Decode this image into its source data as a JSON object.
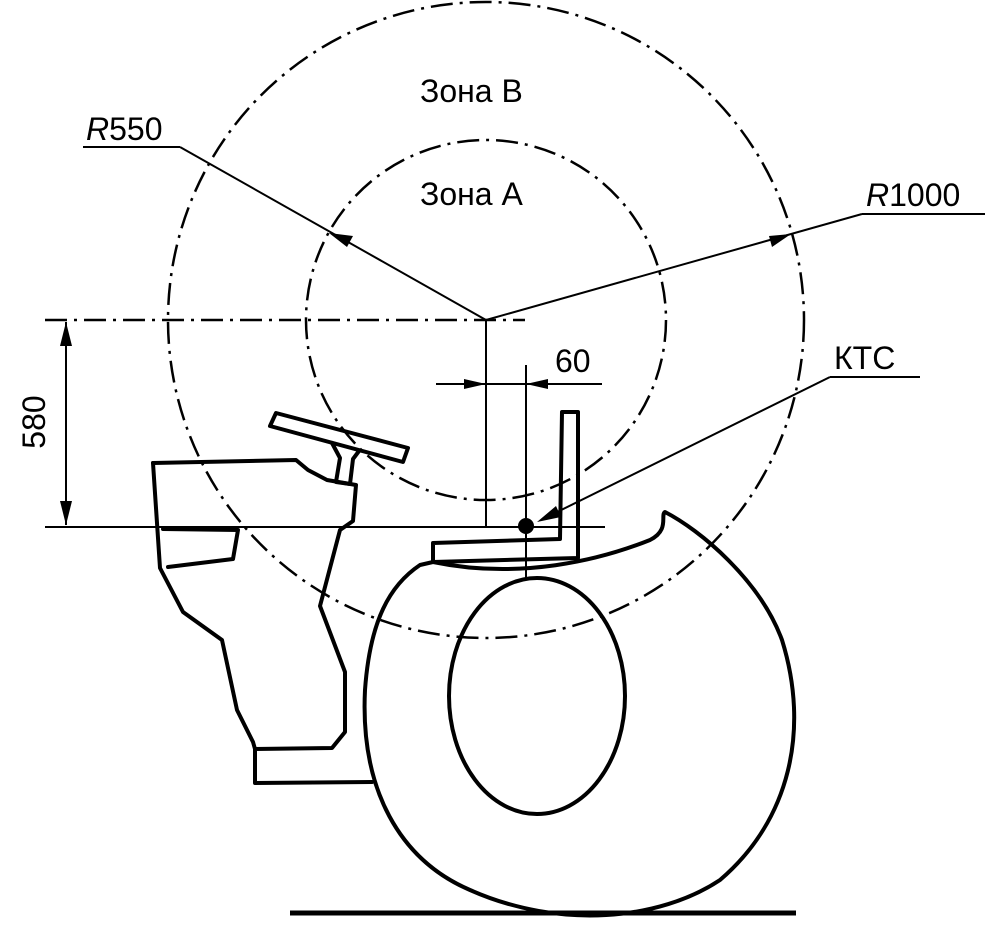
{
  "labels": {
    "zone_b": "Зона B",
    "zone_a": "Зона A",
    "r550_prefix": "R",
    "r550_value": "550",
    "r1000_prefix": "R",
    "r1000_value": "1000",
    "ktc": "КТС",
    "dim_580": "580",
    "dim_60": "60"
  },
  "colors": {
    "ink": "#000000",
    "background": "#ffffff"
  }
}
